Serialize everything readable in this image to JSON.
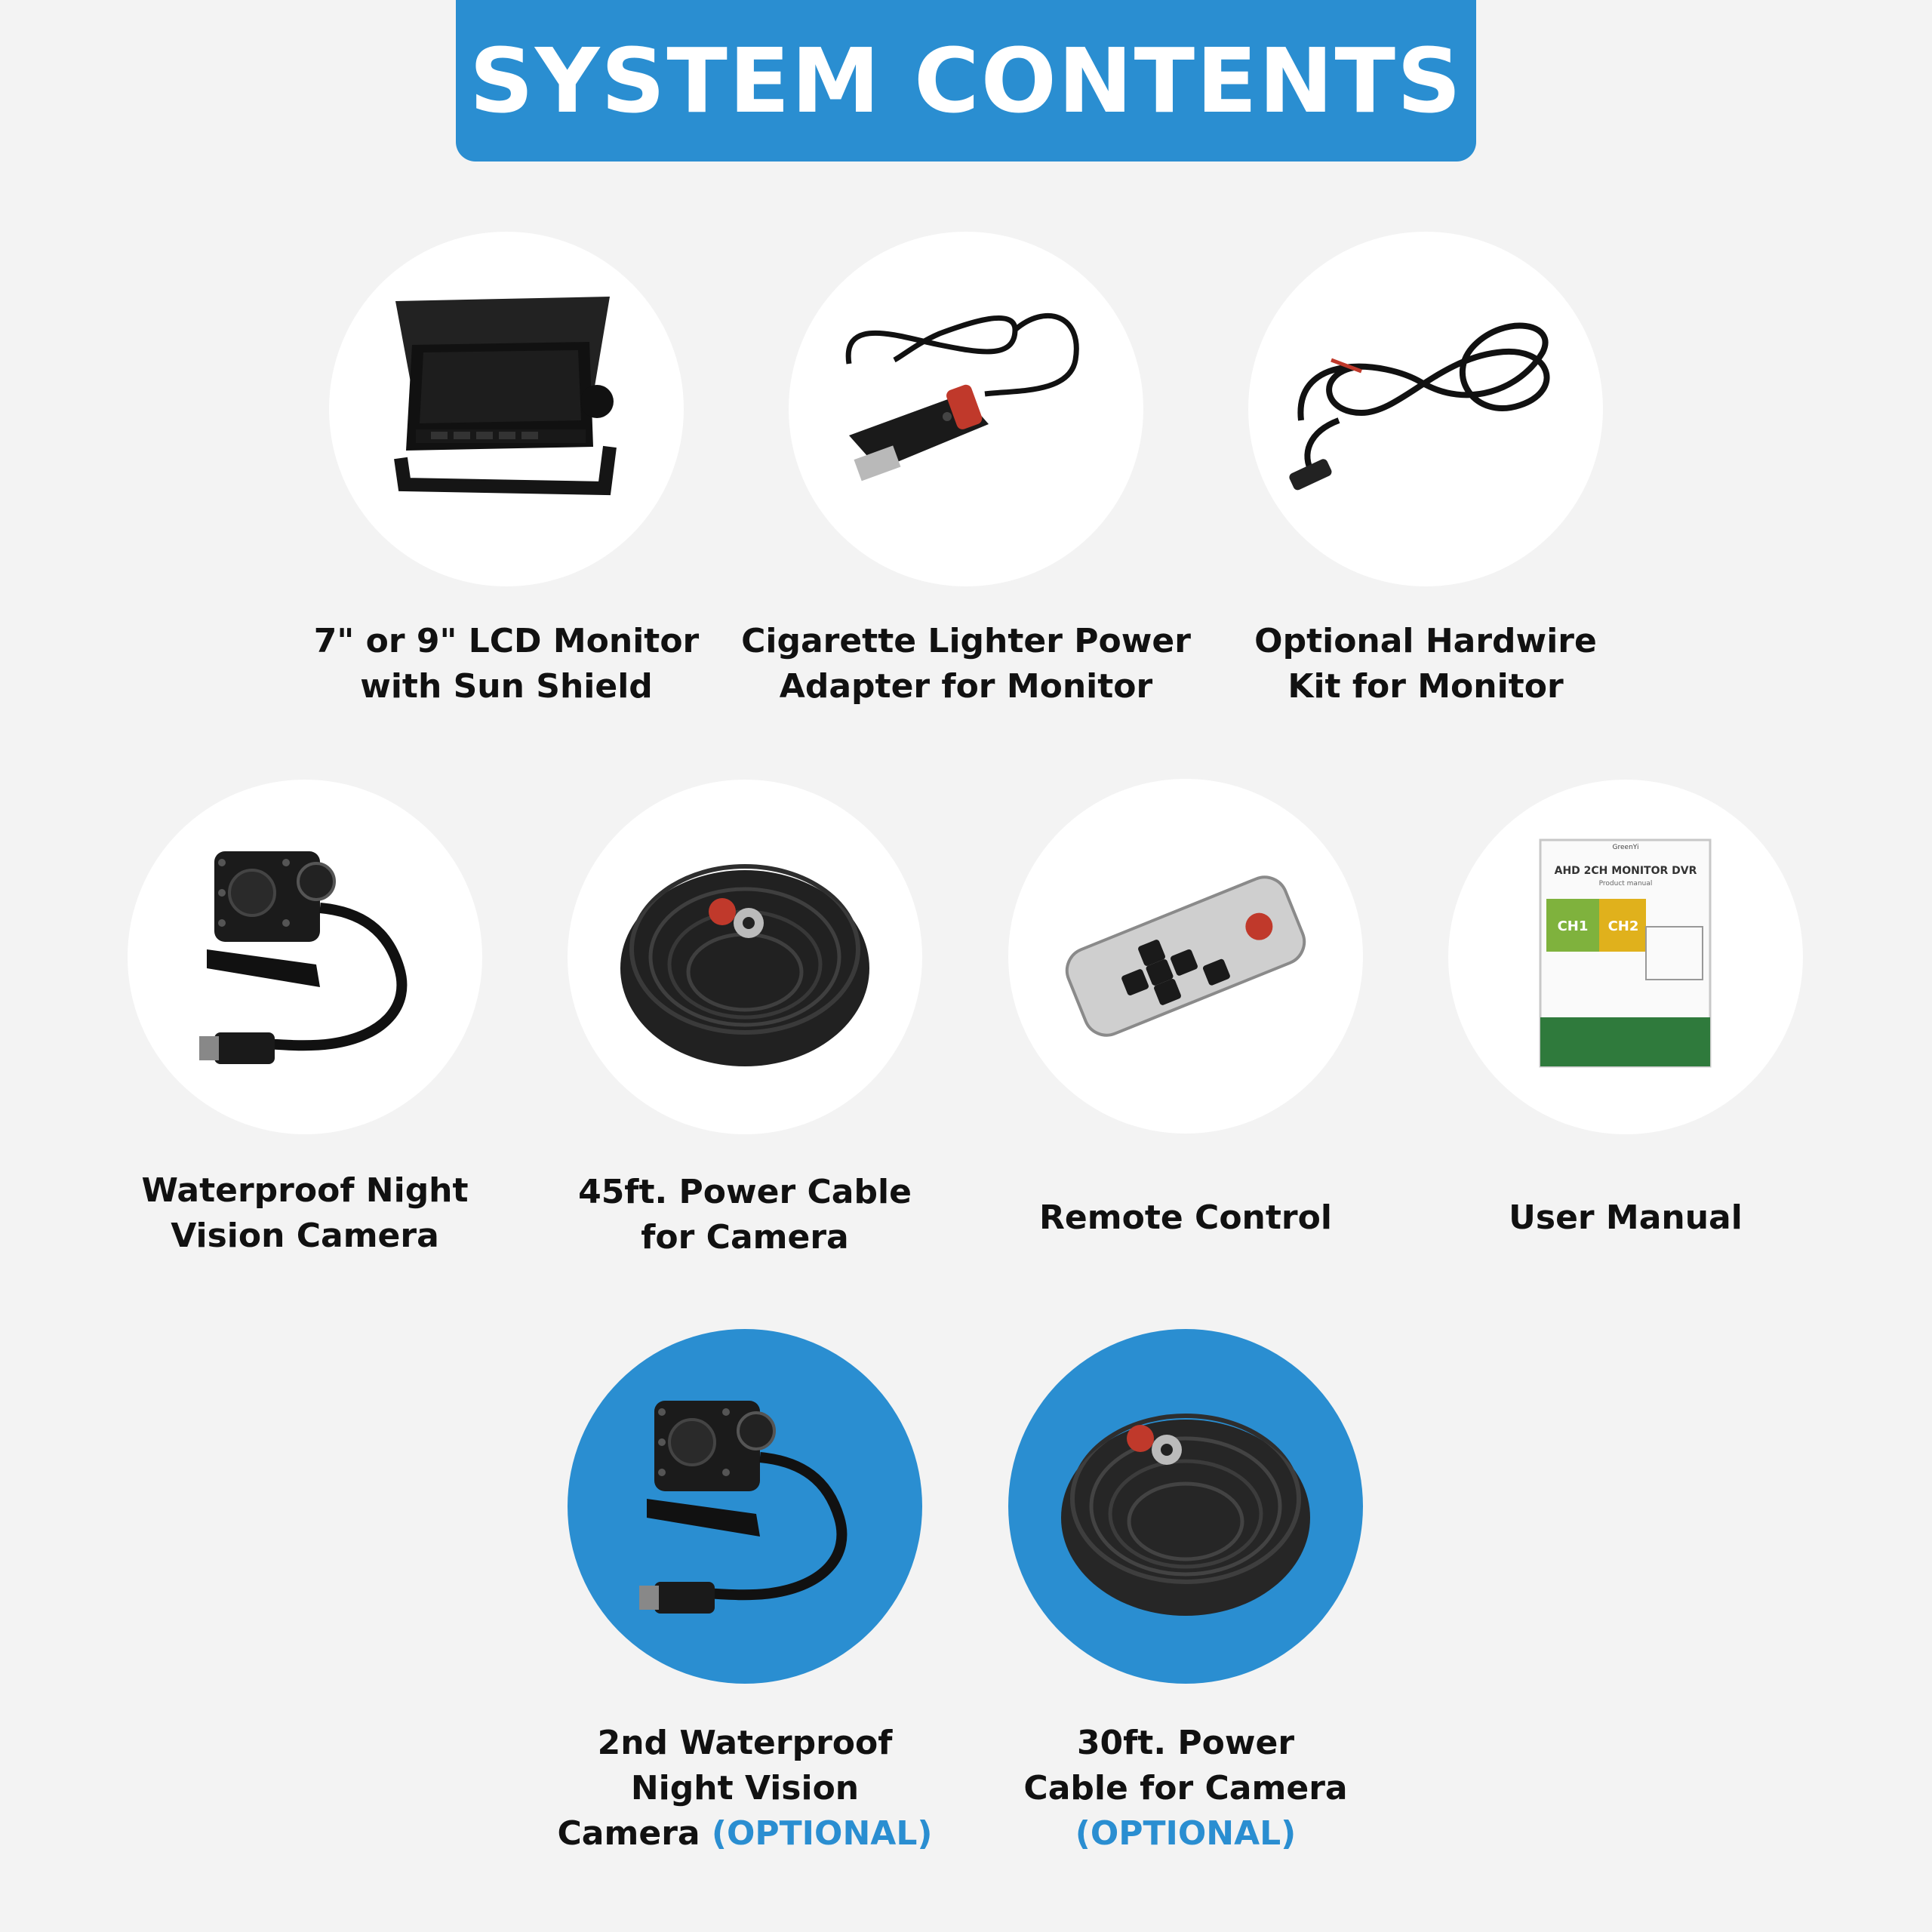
{
  "header": {
    "title": "SYSTEM CONTENTS"
  },
  "colors": {
    "accent": "#2a8ed1",
    "background": "#f3f3f3",
    "disc": "#ffffff",
    "text": "#111111"
  },
  "items": [
    {
      "icon": "lcd-monitor-icon",
      "lines": [
        "7\" or 9\" LCD Monitor",
        "with Sun Shield"
      ]
    },
    {
      "icon": "cigarette-lighter-adapter-icon",
      "lines": [
        "Cigarette Lighter Power",
        "Adapter for Monitor"
      ]
    },
    {
      "icon": "hardwire-kit-icon",
      "lines": [
        "Optional Hardwire",
        "Kit for Monitor"
      ]
    },
    {
      "icon": "night-vision-camera-icon",
      "lines": [
        "Waterproof Night",
        "Vision Camera"
      ]
    },
    {
      "icon": "cable-coil-icon",
      "lines": [
        "45ft. Power Cable",
        "for Camera"
      ]
    },
    {
      "icon": "remote-control-icon",
      "lines": [
        "Remote Control"
      ]
    },
    {
      "icon": "user-manual-icon",
      "lines": [
        "User Manual"
      ],
      "manual": {
        "brand": "GreenYi",
        "title": "AHD 2CH MONITOR DVR",
        "subtitle": "Product manual",
        "ch1": "CH1",
        "ch2": "CH2"
      }
    },
    {
      "icon": "night-vision-camera-icon",
      "lines": [
        "2nd Waterproof",
        "Night Vision",
        "Camera"
      ],
      "optional_label": "(OPTIONAL)"
    },
    {
      "icon": "cable-coil-icon",
      "lines": [
        "30ft. Power",
        "Cable for Camera"
      ],
      "optional_label": "(OPTIONAL)"
    }
  ]
}
